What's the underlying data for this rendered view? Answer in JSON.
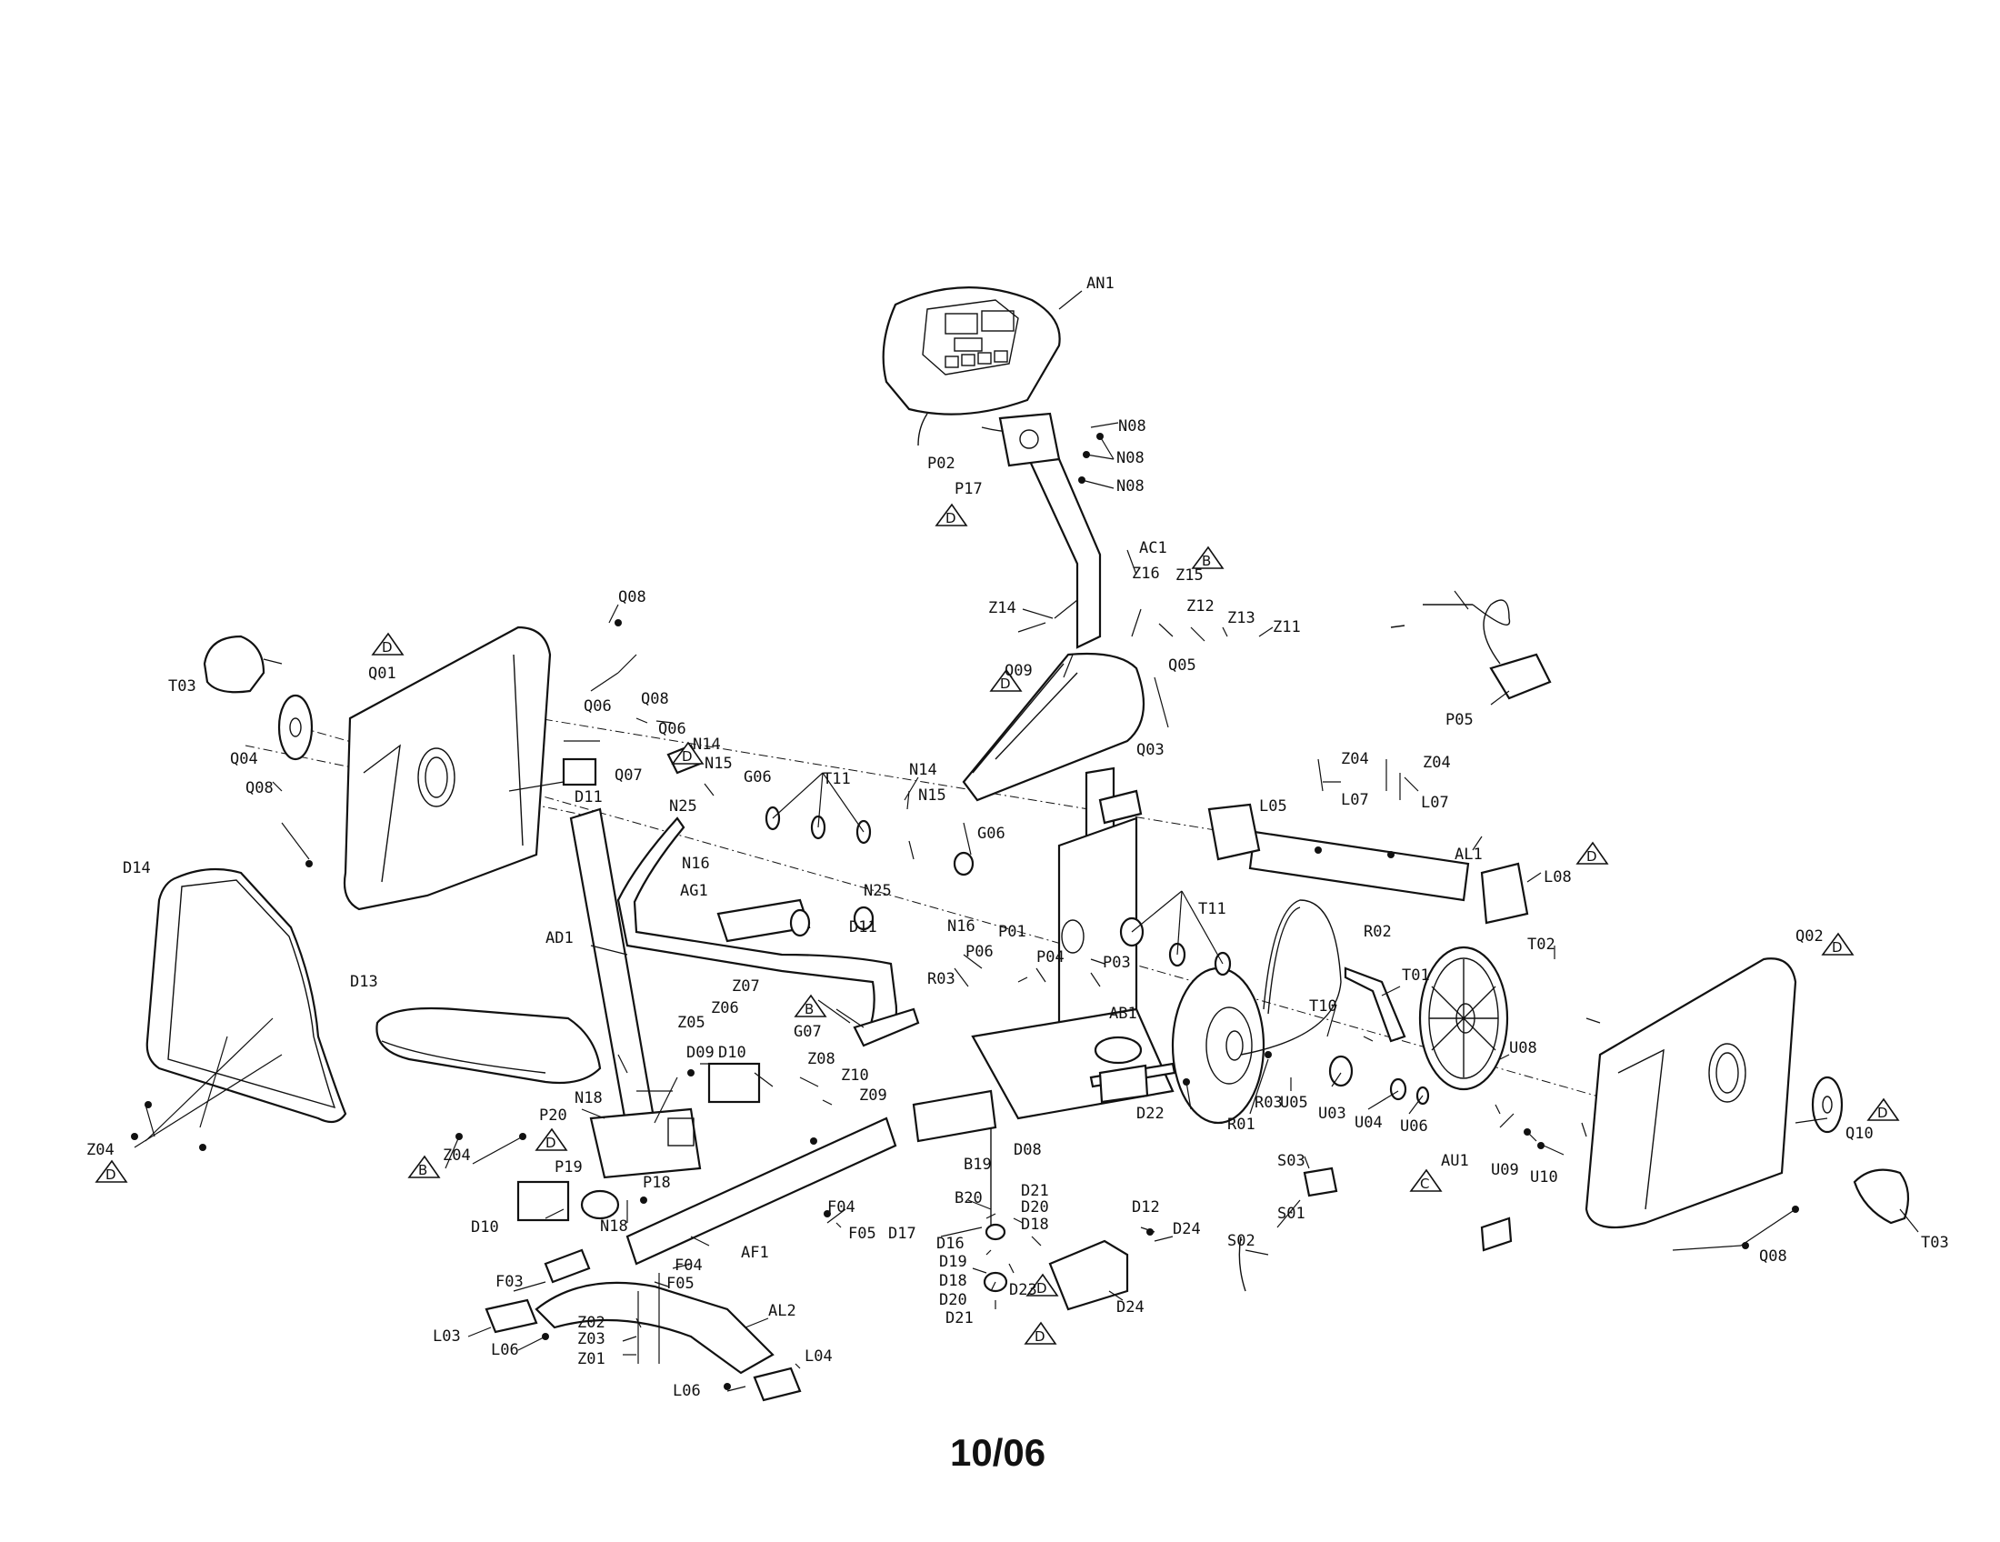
{
  "footer": {
    "date_code": "10/06"
  },
  "callouts": {
    "an1": "AN1",
    "n08a": "N08",
    "n08b": "N08",
    "n08c": "N08",
    "p02": "P02",
    "p17": "P17",
    "ac1": "AC1",
    "z16": "Z16",
    "z15": "Z15",
    "z14": "Z14",
    "z12": "Z12",
    "z13": "Z13",
    "z11": "Z11",
    "q09": "Q09",
    "q05": "Q05",
    "q03": "Q03",
    "p05": "P05",
    "q08a": "Q08",
    "t03a": "T03",
    "q01": "Q01",
    "q04": "Q04",
    "q08b": "Q08",
    "d14": "D14",
    "z04a": "Z04",
    "q06a": "Q06",
    "q08c": "Q08",
    "q06b": "Q06",
    "q07": "Q07",
    "d11a": "D11",
    "n14a": "N14",
    "n15a": "N15",
    "g06a": "G06",
    "n25a": "N25",
    "t11a": "T11",
    "n14b": "N14",
    "n15b": "N15",
    "g06b": "G06",
    "n16a": "N16",
    "ag1": "AG1",
    "n25b": "N25",
    "d11b": "D11",
    "n16b": "N16",
    "z04b": "Z04",
    "l07a": "L07",
    "z04c": "Z04",
    "l07b": "L07",
    "l05": "L05",
    "al1": "AL1",
    "l08": "L08",
    "r02": "R02",
    "t11b": "T11",
    "p01": "P01",
    "p06": "P06",
    "p04": "P04",
    "p03": "P03",
    "r03a": "R03",
    "t01": "T01",
    "t02": "T02",
    "q02": "Q02",
    "ad1": "AD1",
    "d13": "D13",
    "z07": "Z07",
    "z06": "Z06",
    "z05": "Z05",
    "g07": "G07",
    "ab1": "AB1",
    "t10": "T10",
    "u08": "U08",
    "d09": "D09",
    "d10a": "D10",
    "z08": "Z08",
    "z10": "Z10",
    "z09": "Z09",
    "d22": "D22",
    "r01": "R01",
    "r03b": "R03",
    "u05": "U05",
    "u03": "U03",
    "u04": "U04",
    "u06": "U06",
    "q10": "Q10",
    "n18a": "N18",
    "p20": "P20",
    "z04d": "Z04",
    "d08": "D08",
    "p19": "P19",
    "b19": "B19",
    "s03": "S03",
    "au1": "AU1",
    "u09": "U09",
    "u10": "U10",
    "t03b": "T03",
    "b20": "B20",
    "d21a": "D21",
    "d20a": "D20",
    "d18a": "D18",
    "p18": "P18",
    "f04a": "F04",
    "f05a": "F05",
    "d17": "D17",
    "d12": "D12",
    "d24a": "D24",
    "s01": "S01",
    "s02": "S02",
    "q08d": "Q08",
    "d10b": "D10",
    "n18b": "N18",
    "af1": "AF1",
    "d16": "D16",
    "d19": "D19",
    "d18b": "D18",
    "d20b": "D20",
    "d21b": "D21",
    "d23": "D23",
    "d24b": "D24",
    "f03": "F03",
    "f04b": "F04",
    "f05b": "F05",
    "z02": "Z02",
    "z03": "Z03",
    "z01": "Z01",
    "al2": "AL2",
    "l03": "L03",
    "l06a": "L06",
    "l04": "L04",
    "l06b": "L06"
  },
  "markers": {
    "m1": "D",
    "m2": "B",
    "m3": "D",
    "m4": "D",
    "m5": "D",
    "m6": "D",
    "m7": "D",
    "m8": "D",
    "m9": "B",
    "m10": "D",
    "m11": "B",
    "m12": "D",
    "m13": "C",
    "m14": "D",
    "m15": "D"
  }
}
